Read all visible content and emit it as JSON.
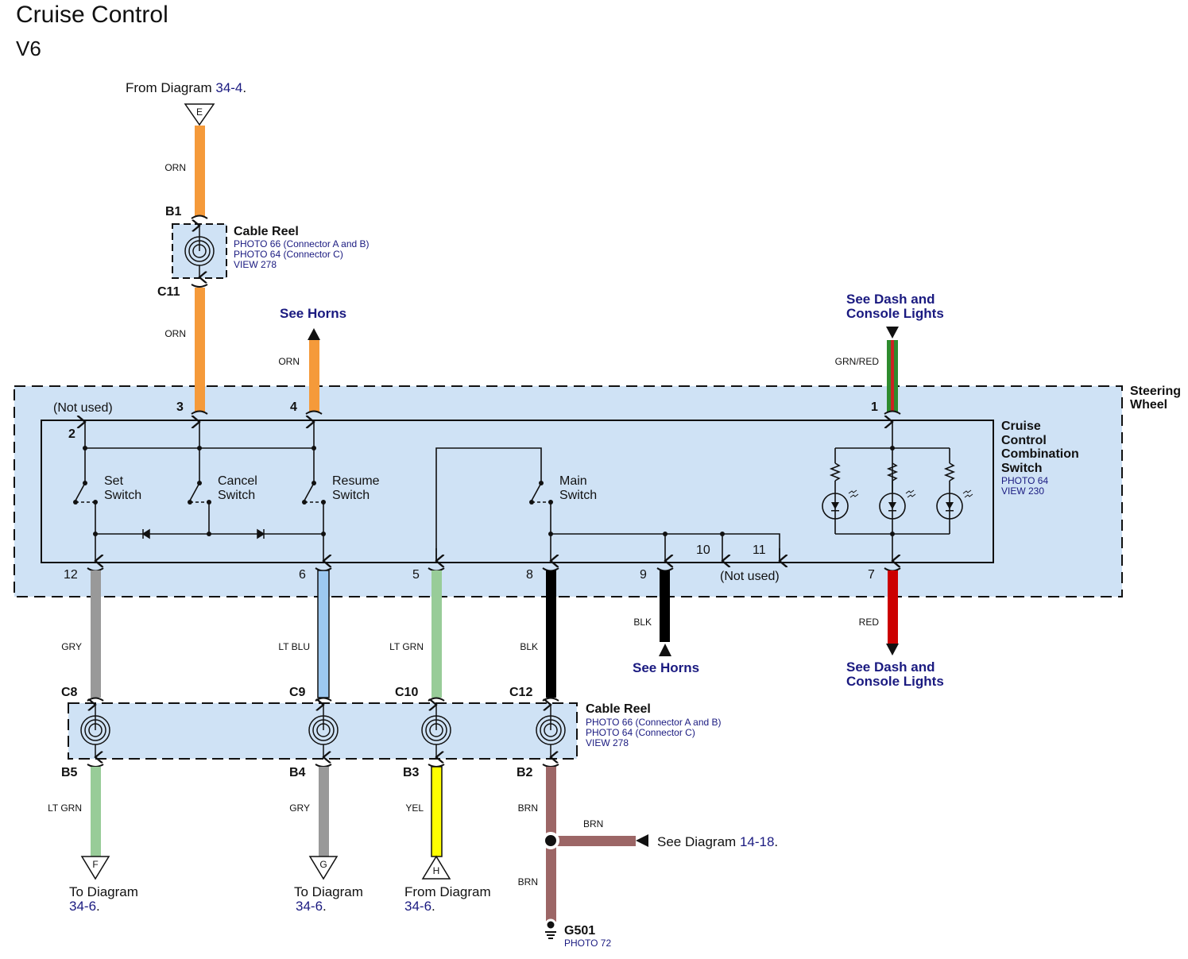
{
  "header": {
    "title": "Cruise Control",
    "subtitle": "V6"
  },
  "colors": {
    "orange": "#f59a3a",
    "gray": "#999999",
    "lt_blue": "#9cc8f0",
    "lt_green": "#98cc98",
    "black": "#000000",
    "red": "#cc0000",
    "yellow": "#ffff00",
    "brown": "#9c6666",
    "green": "#2e8b2e",
    "box_fill": "#cfe2f5",
    "ref_blue": "#1a1a80"
  },
  "top_source": {
    "text": "From Diagram ",
    "ref": "34-4",
    "suffix": ".",
    "connector": "E"
  },
  "cable_reel_top": {
    "name": "Cable Reel",
    "notes": [
      "PHOTO 66 (Connector A and B)",
      "PHOTO 64 (Connector C)",
      "VIEW 278"
    ],
    "pin_in": "B1",
    "pin_out": "C11",
    "wire_in": "ORN",
    "wire_out": "ORN"
  },
  "see_horns_top": {
    "text": "See Horns",
    "wire": "ORN"
  },
  "see_dash_top": {
    "text_line1": "See Dash and",
    "text_line2": "Console Lights",
    "wire": "GRN/RED"
  },
  "steering_wheel": {
    "line1": "Steering",
    "line2": "Wheel"
  },
  "switch_unit": {
    "line1": "Cruise",
    "line2": "Control",
    "line3": "Combination",
    "line4": "Switch",
    "notes": [
      "PHOTO 64",
      "VIEW 230"
    ],
    "not_used_top": "(Not used)",
    "not_used_bottom": "(Not used)",
    "pins": {
      "p1": "1",
      "p2": "2",
      "p3": "3",
      "p4": "4",
      "p5": "5",
      "p6": "6",
      "p7": "7",
      "p8": "8",
      "p9": "9",
      "p10": "10",
      "p11": "11",
      "p12": "12"
    },
    "switches": [
      {
        "line1": "Set",
        "line2": "Switch"
      },
      {
        "line1": "Cancel",
        "line2": "Switch"
      },
      {
        "line1": "Resume",
        "line2": "Switch"
      },
      {
        "line1": "Main",
        "line2": "Switch"
      }
    ]
  },
  "mid_wires": [
    {
      "pin": "12",
      "color": "GRY"
    },
    {
      "pin": "6",
      "color": "LT BLU"
    },
    {
      "pin": "5",
      "color": "LT GRN"
    },
    {
      "pin": "8",
      "color": "BLK"
    },
    {
      "pin": "9",
      "color": "BLK"
    },
    {
      "pin": "7",
      "color": "RED"
    }
  ],
  "see_horns_bottom": {
    "text": "See Horns"
  },
  "see_dash_bottom": {
    "text_line1": "See Dash and",
    "text_line2": "Console Lights"
  },
  "cable_reel_bottom": {
    "name": "Cable Reel",
    "notes": [
      "PHOTO 66 (Connector A and B)",
      "PHOTO 64 (Connector C)",
      "VIEW 278"
    ],
    "pins_in": [
      "C8",
      "C9",
      "C10",
      "C12"
    ],
    "pins_out": [
      "B5",
      "B4",
      "B3",
      "B2"
    ]
  },
  "bottom_wires": [
    {
      "color": "LT GRN",
      "connector": "F",
      "text": "To Diagram",
      "ref": "34-6",
      "suffix": "."
    },
    {
      "color": "GRY",
      "connector": "G",
      "text": "To Diagram",
      "ref": "34-6",
      "suffix": "."
    },
    {
      "color": "YEL",
      "connector": "H",
      "text": "From Diagram",
      "ref": "34-6",
      "suffix": "."
    },
    {
      "color": "BRN"
    }
  ],
  "brown_branch": {
    "wire_branch": "BRN",
    "wire_down": "BRN",
    "text": "See Diagram ",
    "ref": "14-18",
    "suffix": "."
  },
  "ground": {
    "name": "G501",
    "note": "PHOTO 72"
  }
}
